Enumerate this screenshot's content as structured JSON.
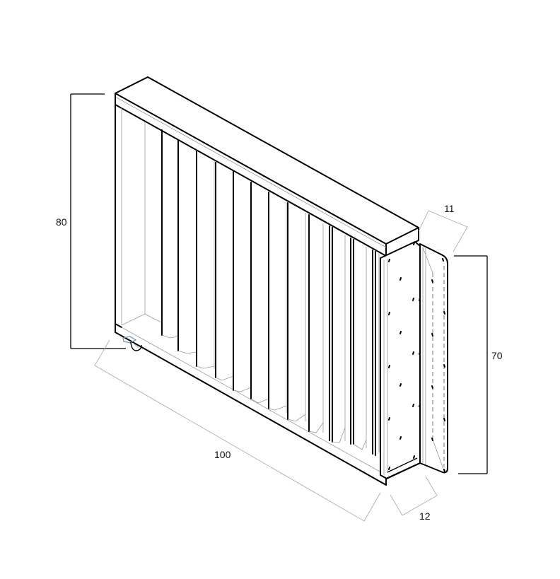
{
  "drawing": {
    "subject": "mobile panel storage rack with hinged side doors",
    "style": "isometric line drawing",
    "colors": {
      "line": "#000000",
      "construction_line": "#9a9a9a",
      "dimension_line": "#a8a8a8",
      "caster_accent": "#6a8fb0"
    }
  },
  "dimensions": {
    "height_overall": "80",
    "length": "100",
    "door_depth_top": "11",
    "door_height": "70",
    "door_depth_bottom": "12"
  }
}
